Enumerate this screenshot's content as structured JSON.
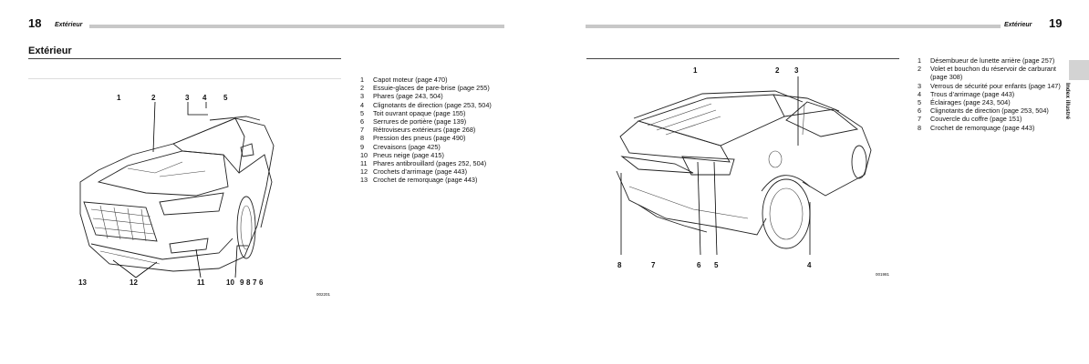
{
  "left_page": {
    "page_number": "18",
    "header_title": "Extérieur",
    "section_title": "Extérieur",
    "figure_code": "002201",
    "callouts": [
      "1",
      "2",
      "3",
      "4",
      "5",
      "13",
      "12",
      "11",
      "10",
      "9",
      "8",
      "7",
      "6"
    ],
    "items": [
      {
        "num": "1",
        "text": "Capot moteur (page 470)"
      },
      {
        "num": "2",
        "text": "Essuie-glaces de pare-brise (page 255)"
      },
      {
        "num": "3",
        "text": "Phares (page 243, 504)"
      },
      {
        "num": "4",
        "text": "Clignotants de direction (page 253, 504)"
      },
      {
        "num": "5",
        "text": "Toit ouvrant opaque (page 155)"
      },
      {
        "num": "6",
        "text": "Serrures de portière (page 139)"
      },
      {
        "num": "7",
        "text": "Rétroviseurs extérieurs (page 268)"
      },
      {
        "num": "8",
        "text": "Pression des pneus (page 490)"
      },
      {
        "num": "9",
        "text": "Crevaisons (page 425)"
      },
      {
        "num": "10",
        "text": "Pneus neige (page 415)"
      },
      {
        "num": "11",
        "text": "Phares antibrouillard (pages 252, 504)"
      },
      {
        "num": "12",
        "text": "Crochets d’arrimage (page 443)"
      },
      {
        "num": "13",
        "text": "Crochet de remorquage (page 443)"
      }
    ]
  },
  "right_page": {
    "page_number": "19",
    "header_title": "Extérieur",
    "side_tab": "Index illustré",
    "figure_code": "001981",
    "callouts": [
      "1",
      "2",
      "3",
      "8",
      "7",
      "6",
      "5",
      "4"
    ],
    "items": [
      {
        "num": "1",
        "text": "Désembueur de lunette arrière (page 257)"
      },
      {
        "num": "2",
        "text": "Volet et bouchon du réservoir de carburant (page 308)"
      },
      {
        "num": "3",
        "text": "Verrous de sécurité pour enfants (page 147)"
      },
      {
        "num": "4",
        "text": "Trous d’arrimage (page 443)"
      },
      {
        "num": "5",
        "text": "Éclairages (page 243, 504)"
      },
      {
        "num": "6",
        "text": "Clignotants de direction (page 253, 504)"
      },
      {
        "num": "7",
        "text": "Couvercle du coffre (page 151)"
      },
      {
        "num": "8",
        "text": "Crochet de remorquage (page 443)"
      }
    ]
  }
}
